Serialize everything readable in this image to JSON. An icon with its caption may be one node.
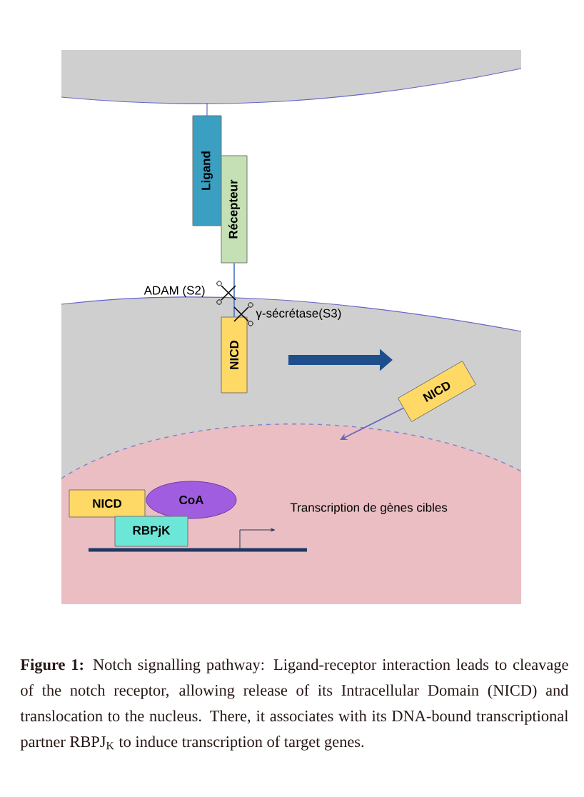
{
  "diagram": {
    "caption": "**Figure 1:** Notch signalling pathway: Ligand-receptor interaction leads to cleavage of the notch receptor, allowing release of its Intracellular Domain (NICD) and translocation to the nucleus. There, it associates with its DNA-bound transcriptional partner RBPJ$_{K}$ to induce transcription of target genes.",
    "nodes": [
      {
        "text": [
          "Ligand"
        ]
      },
      {
        "text": [
          "Récepteur"
        ]
      },
      {
        "text": [
          "NICD"
        ]
      },
      {
        "text": [
          "NICD"
        ]
      },
      {
        "text": [
          "NICD"
        ]
      },
      {
        "text": [
          "CoA"
        ]
      },
      {
        "text": [
          "RBPjK"
        ]
      }
    ],
    "edges": [
      {
        "from": 1,
        "to": 2,
        "arrow": "none",
        "color": "#4472c4"
      },
      {
        "from": 3,
        "to": null,
        "arrow": "to"
      }
    ],
    "labels": [
      "ADAM (S2)",
      "γ-sécrétase(S3)",
      "Transcription de gènes cibles"
    ]
  }
}
